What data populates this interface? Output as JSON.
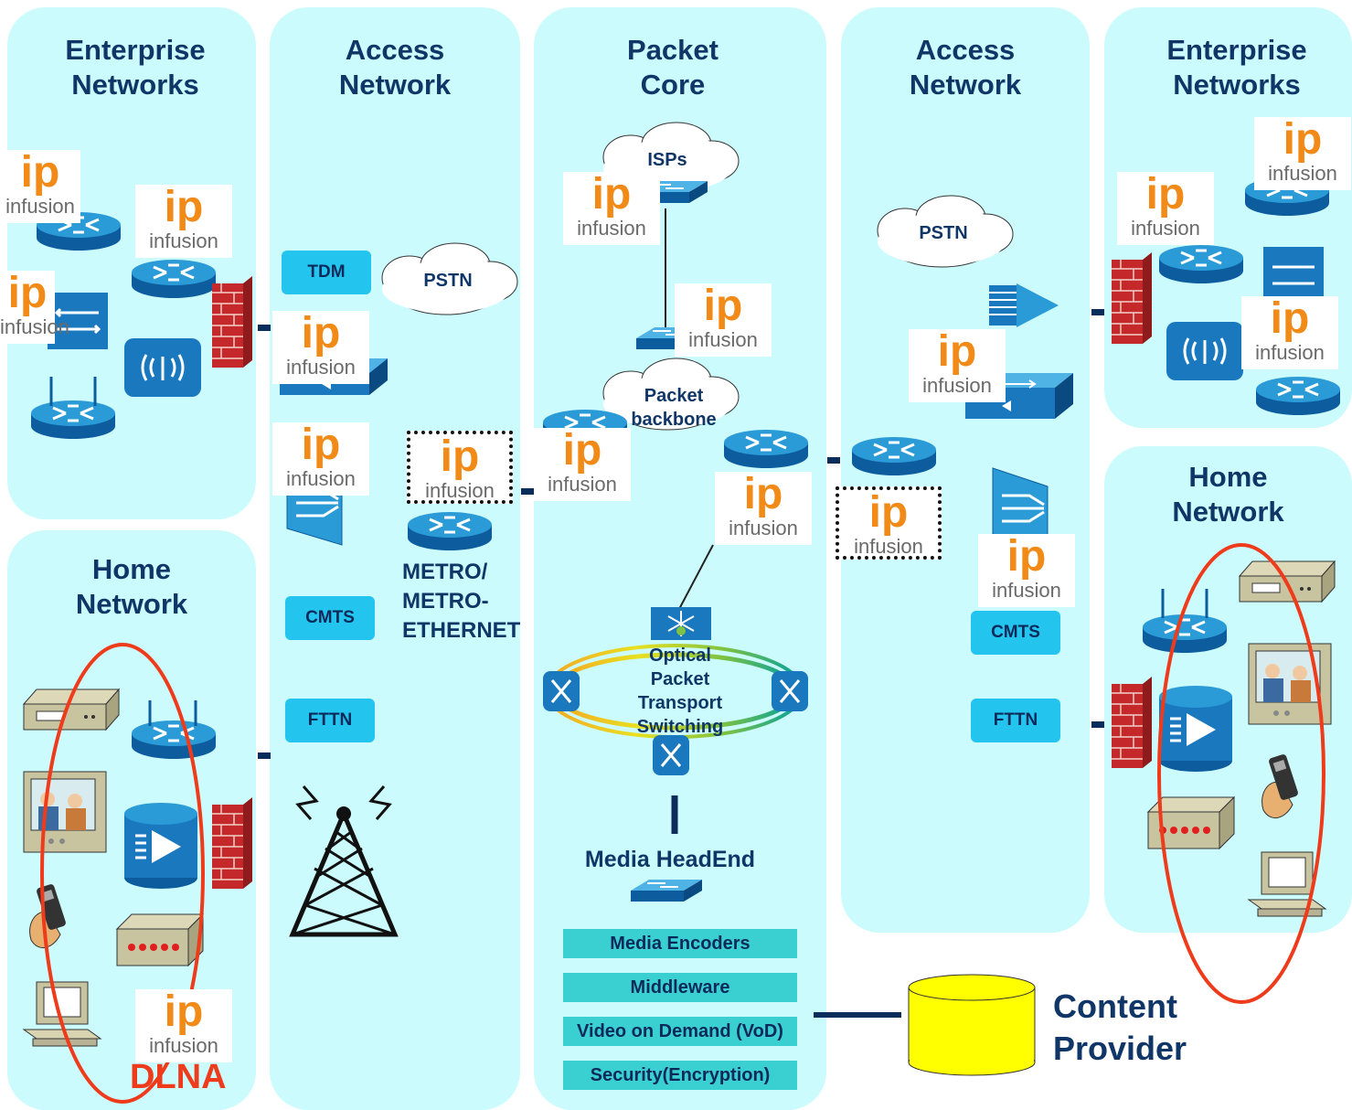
{
  "panels": {
    "left_enterprise": "Enterprise\nNetworks",
    "left_access": "Access\nNetwork",
    "core": "Packet\nCore",
    "right_access": "Access\nNetwork",
    "right_enterprise": "Enterprise\nNetworks",
    "left_home": "Home\nNetwork",
    "right_home": "Home\nNetwork"
  },
  "logo": {
    "ip": "ip",
    "brand": "infusion"
  },
  "boxes": {
    "tdm": "TDM",
    "cmts_left": "CMTS",
    "fttn_left": "FTTN",
    "cmts_right": "CMTS",
    "fttn_right": "FTTN"
  },
  "clouds": {
    "pstn_left": "PSTN",
    "isps": "ISPs",
    "backbone": "Packet\nbackbone",
    "pstn_right": "PSTN"
  },
  "labels": {
    "metro": "METRO/\nMETRO-\nETHERNET",
    "optical": "Optical\nPacket\nTransport\nSwitching",
    "headend": "Media HeadEnd",
    "content": "Content\nProvider",
    "dlna": "DLNA"
  },
  "services": [
    "Media Encoders",
    "Middleware",
    "Video on Demand (VoD)",
    "Security(Encryption)"
  ],
  "colors": {
    "panel": "#ccfbfd",
    "title": "#103668",
    "box": "#23c4ee",
    "service": "#3ad0d2",
    "ellipse": "#ee3b1b",
    "logo_ip": "#f28a18",
    "database": "#ffff00"
  }
}
